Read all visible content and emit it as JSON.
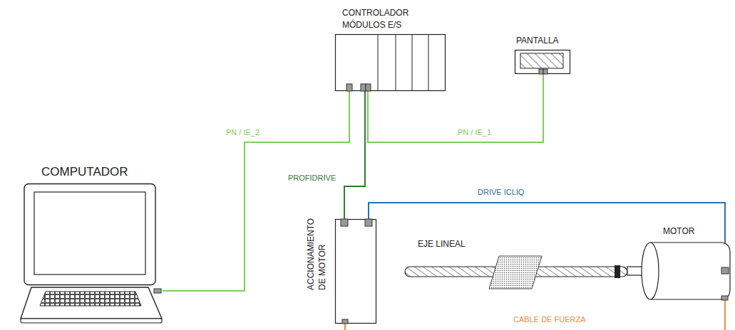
{
  "diagram": {
    "nodes": [
      {
        "text": [
          "CONTROLADOR MÓDULOS E/S"
        ]
      },
      {
        "text": [
          "PANTALLA"
        ]
      },
      {
        "text": [
          "COMPUTADOR"
        ]
      },
      {
        "text": [
          "ACCIONAMIENTO DE MOTOR"
        ]
      },
      {
        "text": [
          "EJE LINEAL"
        ]
      },
      {
        "text": [
          "MOTOR"
        ]
      }
    ],
    "edges": [
      {
        "from": 0,
        "to": 2,
        "label": "PN / IE_2",
        "arrow": "none"
      },
      {
        "from": 0,
        "to": 1,
        "label": "PN / IE_1",
        "arrow": "none"
      },
      {
        "from": 0,
        "to": 3,
        "label": "PROFIDRIVE",
        "arrow": "none"
      },
      {
        "from": 3,
        "to": 5,
        "label": "DRIVE ICLIQ",
        "arrow": "none"
      }
    ],
    "labels": [
      "CABLE DE FUERZA"
    ]
  }
}
